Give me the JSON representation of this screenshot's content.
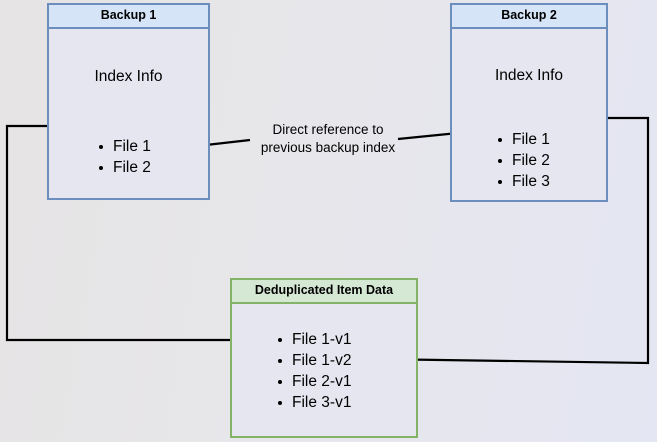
{
  "diagram": {
    "title_hidden": "",
    "colors": {
      "blue_border": "#6c8ebf",
      "blue_header_fill": "#d5e4f7",
      "green_border": "#82b366",
      "green_header_fill": "#d5e8d4",
      "box_body_fill": "#e6e6f0",
      "connector": "#000000",
      "background_left": "#e6e4e4",
      "background_right": "#e4e6f3"
    },
    "boxes": {
      "backup1": {
        "header": "Backup 1",
        "body_title": "Index Info",
        "items": [
          "File 1",
          "File 2"
        ]
      },
      "backup2": {
        "header": "Backup 2",
        "body_title": "Index Info",
        "items": [
          "File 1",
          "File 2",
          "File 3"
        ]
      },
      "dedup": {
        "header": "Deduplicated Item Data",
        "items": [
          "File 1-v1",
          "File 1-v2",
          "File 2-v1",
          "File 3-v1"
        ]
      }
    },
    "labels": {
      "direct_reference_line1": "Direct reference to",
      "direct_reference_line2": "previous backup index"
    }
  }
}
